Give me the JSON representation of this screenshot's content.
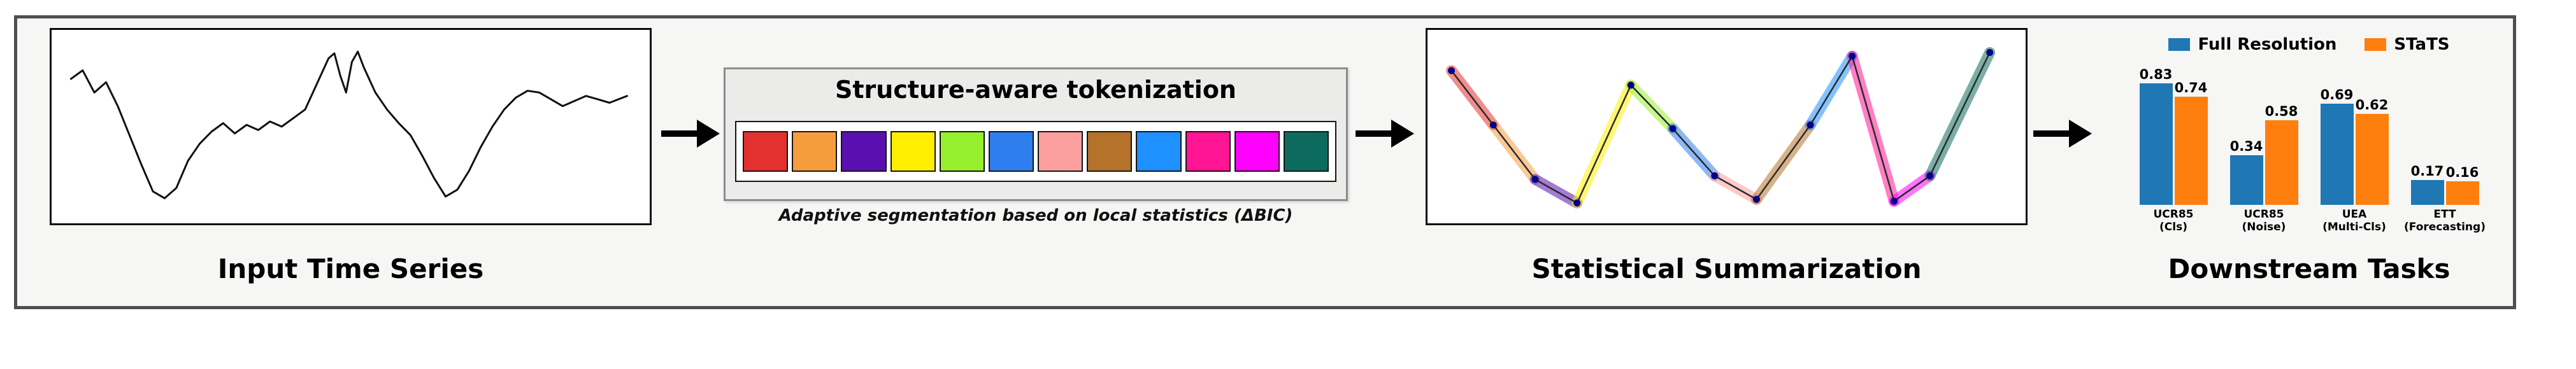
{
  "panels": {
    "input": {
      "label": "Input Time Series"
    },
    "tokenization": {
      "title": "Structure-aware tokenization",
      "caption": "Adaptive segmentation based on local statistics (ΔBIC)",
      "token_colors": [
        "#e53030",
        "#f59d3d",
        "#5a10b0",
        "#ffee00",
        "#97f02e",
        "#2f7ef0",
        "#fb9f9f",
        "#b5722b",
        "#1e90ff",
        "#ff1493",
        "#ff00ff",
        "#0c6b5d"
      ]
    },
    "summarization": {
      "label": "Statistical Summarization"
    },
    "downstream": {
      "label": "Downstream Tasks"
    }
  },
  "chart_data": [
    {
      "type": "line",
      "name": "input-time-series",
      "title": "Input Time Series",
      "xlabel": "",
      "ylabel": "",
      "x": [
        2,
        4,
        6,
        8,
        10,
        12,
        14,
        16,
        18,
        20,
        22,
        24,
        26,
        28,
        30,
        32,
        34,
        36,
        38,
        40,
        42,
        44,
        46,
        47,
        48,
        49,
        50,
        51,
        52,
        54,
        56,
        58,
        60,
        62,
        64,
        66,
        68,
        70,
        72,
        74,
        76,
        78,
        80,
        82,
        84,
        86,
        88,
        90,
        92,
        94,
        97
      ],
      "y": [
        78,
        83,
        70,
        76,
        62,
        45,
        28,
        12,
        8,
        14,
        30,
        40,
        47,
        52,
        46,
        51,
        48,
        53,
        50,
        55,
        60,
        75,
        90,
        93,
        80,
        70,
        88,
        94,
        85,
        70,
        60,
        52,
        45,
        33,
        20,
        9,
        13,
        24,
        38,
        50,
        60,
        67,
        71,
        70,
        66,
        62,
        65,
        68,
        66,
        64,
        68
      ],
      "line_color": "#111111"
    },
    {
      "type": "line",
      "name": "statistical-summarization-segments",
      "title": "Statistical Summarization",
      "points": [
        [
          4,
          80
        ],
        [
          11,
          50
        ],
        [
          18,
          20
        ],
        [
          25,
          7
        ],
        [
          34,
          72
        ],
        [
          41,
          48
        ],
        [
          48,
          22
        ],
        [
          55,
          9
        ],
        [
          64,
          50
        ],
        [
          71,
          88
        ],
        [
          78,
          8
        ],
        [
          84,
          22
        ],
        [
          94,
          90
        ]
      ],
      "segment_colors": [
        "#e53030",
        "#f59d3d",
        "#5a10b0",
        "#ffee00",
        "#97f02e",
        "#2f7ef0",
        "#fb9f9f",
        "#b5722b",
        "#1e90ff",
        "#ff1493",
        "#ff00ff",
        "#0c6b5d"
      ],
      "marker_color": "#00008b",
      "line_color": "#2b2b2b"
    },
    {
      "type": "bar",
      "name": "downstream-tasks",
      "title": "Downstream Tasks",
      "categories": [
        "UCR85\n(Cls)",
        "UCR85\n(Noise)",
        "UEA\n(Multi-Cls)",
        "ETT\n(Forecasting)"
      ],
      "series": [
        {
          "name": "Full Resolution",
          "color": "#1f77b4",
          "values": [
            0.83,
            0.34,
            0.69,
            0.17
          ]
        },
        {
          "name": "STaTS",
          "color": "#ff7f0e",
          "values": [
            0.74,
            0.58,
            0.62,
            0.16
          ]
        }
      ],
      "ylim": [
        0,
        0.9
      ],
      "legend_position": "top",
      "grid": false
    }
  ]
}
